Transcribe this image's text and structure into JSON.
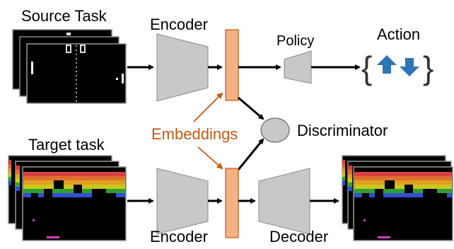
{
  "labels": {
    "source_task": "Source Task",
    "target_task": "Target task",
    "encoder_top": "Encoder",
    "encoder_bottom": "Encoder",
    "policy": "Policy",
    "action": "Action",
    "discriminator": "Discriminator",
    "embeddings": "Embeddings",
    "decoder": "Decoder",
    "action_brace_left": "{",
    "action_brace_right": "}"
  },
  "colors": {
    "trapezoid_fill": "#c8c8c8",
    "embedding_fill": "#f4b183",
    "embedding_label": "#c55a11",
    "discriminator_fill": "#c8c8c8",
    "arrow": "#000000",
    "action_arrow": "#2e75b6",
    "screen_bg": "#000000"
  },
  "icons": {
    "action_up": "arrow-up-icon",
    "action_down": "arrow-down-icon",
    "source_screens": "pong-screen-icon",
    "target_screens": "breakout-screen-icon"
  }
}
